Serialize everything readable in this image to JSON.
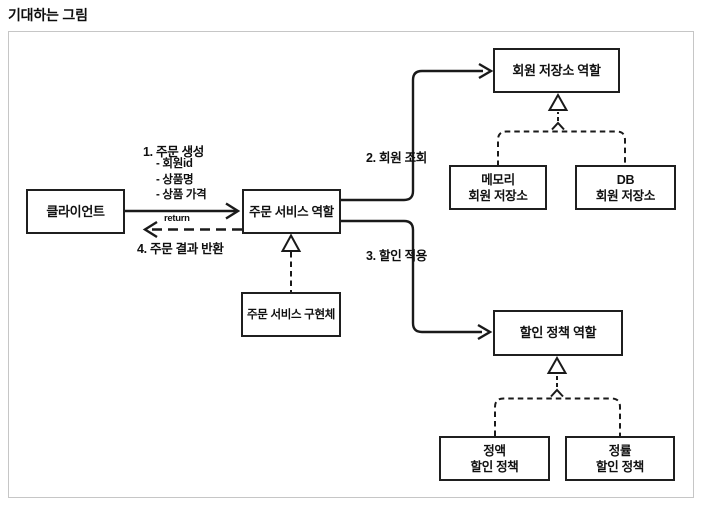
{
  "title": "기대하는 그림",
  "colors": {
    "line": "#1a1a1a",
    "box_border": "#1f1f1f",
    "text": "#111111",
    "frame_border": "#c6c6c6",
    "background": "#ffffff"
  },
  "boxes": {
    "client": {
      "label": "클라이언트"
    },
    "order_service_role": {
      "label": "주문 서비스 역할"
    },
    "member_repository_role": {
      "label": "회원 저장소 역할"
    },
    "memory_member_repository": {
      "label": "메모리\n회원 저장소"
    },
    "db_member_repository": {
      "label": "DB\n회원 저장소"
    },
    "order_service_impl": {
      "label": "주문 서비스 구현체"
    },
    "discount_policy_role": {
      "label": "할인 정책 역할"
    },
    "fixed_discount_policy": {
      "label": "정액\n할인 정책"
    },
    "rate_discount_policy": {
      "label": "정률\n할인 정책"
    }
  },
  "edge_labels": {
    "step1": "1. 주문 생성",
    "step1_params": "- 회원id\n- 상품명\n- 상품 가격",
    "return_note": "return",
    "step4": "4. 주문 결과 반환",
    "step2": "2. 회원 조회",
    "step3": "3. 할인 적용"
  }
}
